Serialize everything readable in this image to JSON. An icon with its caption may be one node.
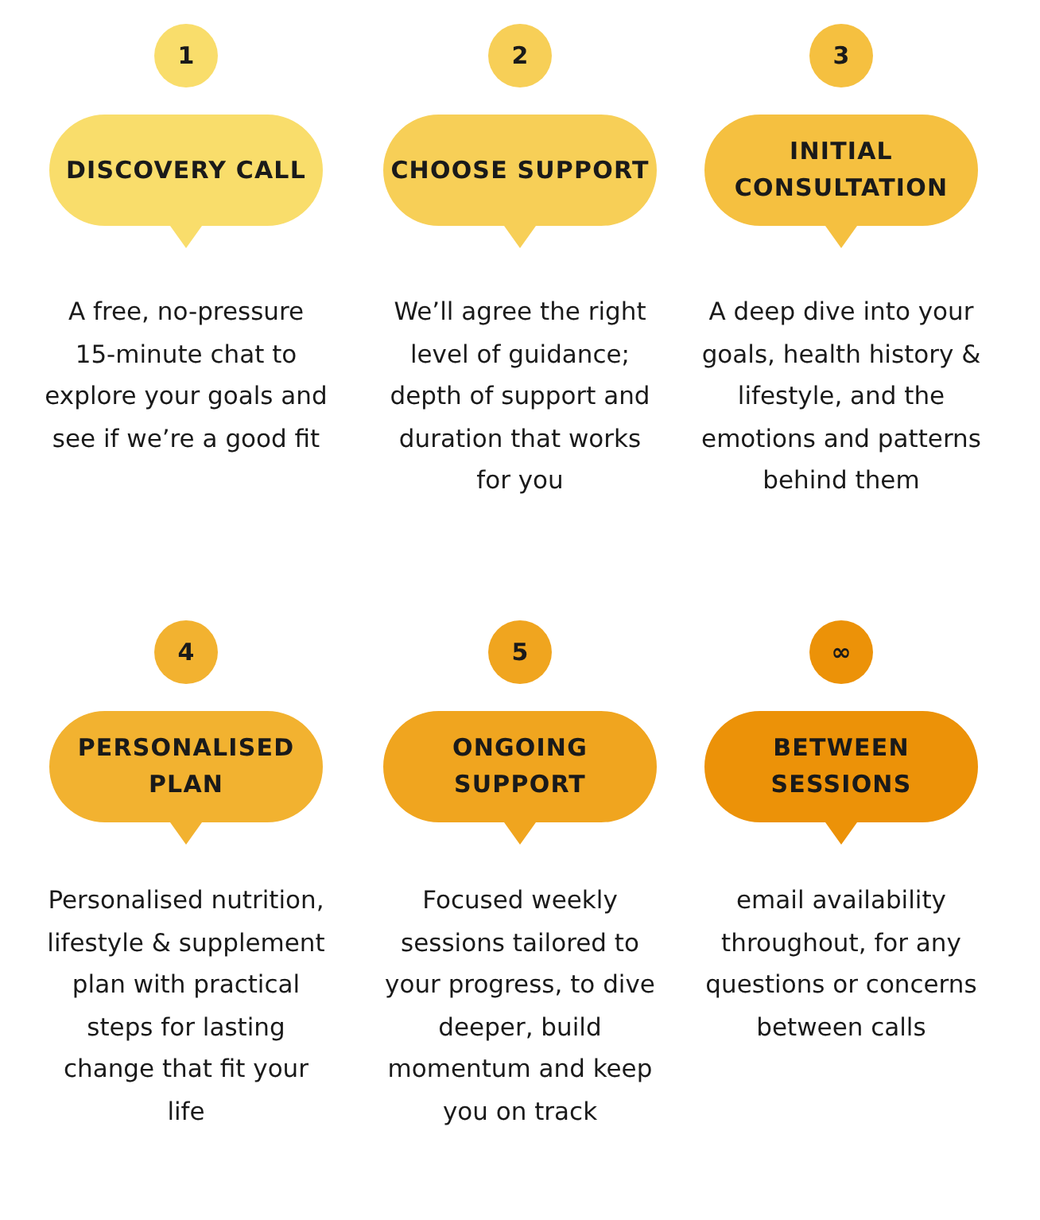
{
  "diagram": {
    "nodes": [
      {
        "text": [
          "1"
        ]
      },
      {
        "text": [
          "DISCOVERY CALL"
        ],
        "beside": [
          "A free, no-pressure 15-minute chat to explore your goals and see if we’re a good fit"
        ]
      },
      {
        "text": [
          "2"
        ]
      },
      {
        "text": [
          "CHOOSE SUPPORT"
        ],
        "beside": [
          "We’ll agree the right level of guidance; depth of support and duration that works for you"
        ]
      },
      {
        "text": [
          "3"
        ]
      },
      {
        "text": [
          "INITIAL CONSULTATION"
        ],
        "beside": [
          "A deep dive into your goals, health history & lifestyle, and the emotions and patterns behind them"
        ]
      },
      {
        "text": [
          "4"
        ]
      },
      {
        "text": [
          "PERSONALISED PLAN"
        ],
        "beside": [
          "Personalised nutrition, lifestyle & supplement plan with practical steps for lasting change that fit your life"
        ]
      },
      {
        "text": [
          "5"
        ]
      },
      {
        "text": [
          "ONGOING SUPPORT"
        ],
        "beside": [
          "Focused weekly sessions tailored to your progress, to dive deeper, build momentum and keep you on track"
        ]
      },
      {
        "text": [
          "∞"
        ]
      },
      {
        "text": [
          "BETWEEN SESSIONS"
        ],
        "beside": [
          "email availability throughout, for any questions or concerns between calls"
        ]
      }
    ],
    "edges": []
  }
}
